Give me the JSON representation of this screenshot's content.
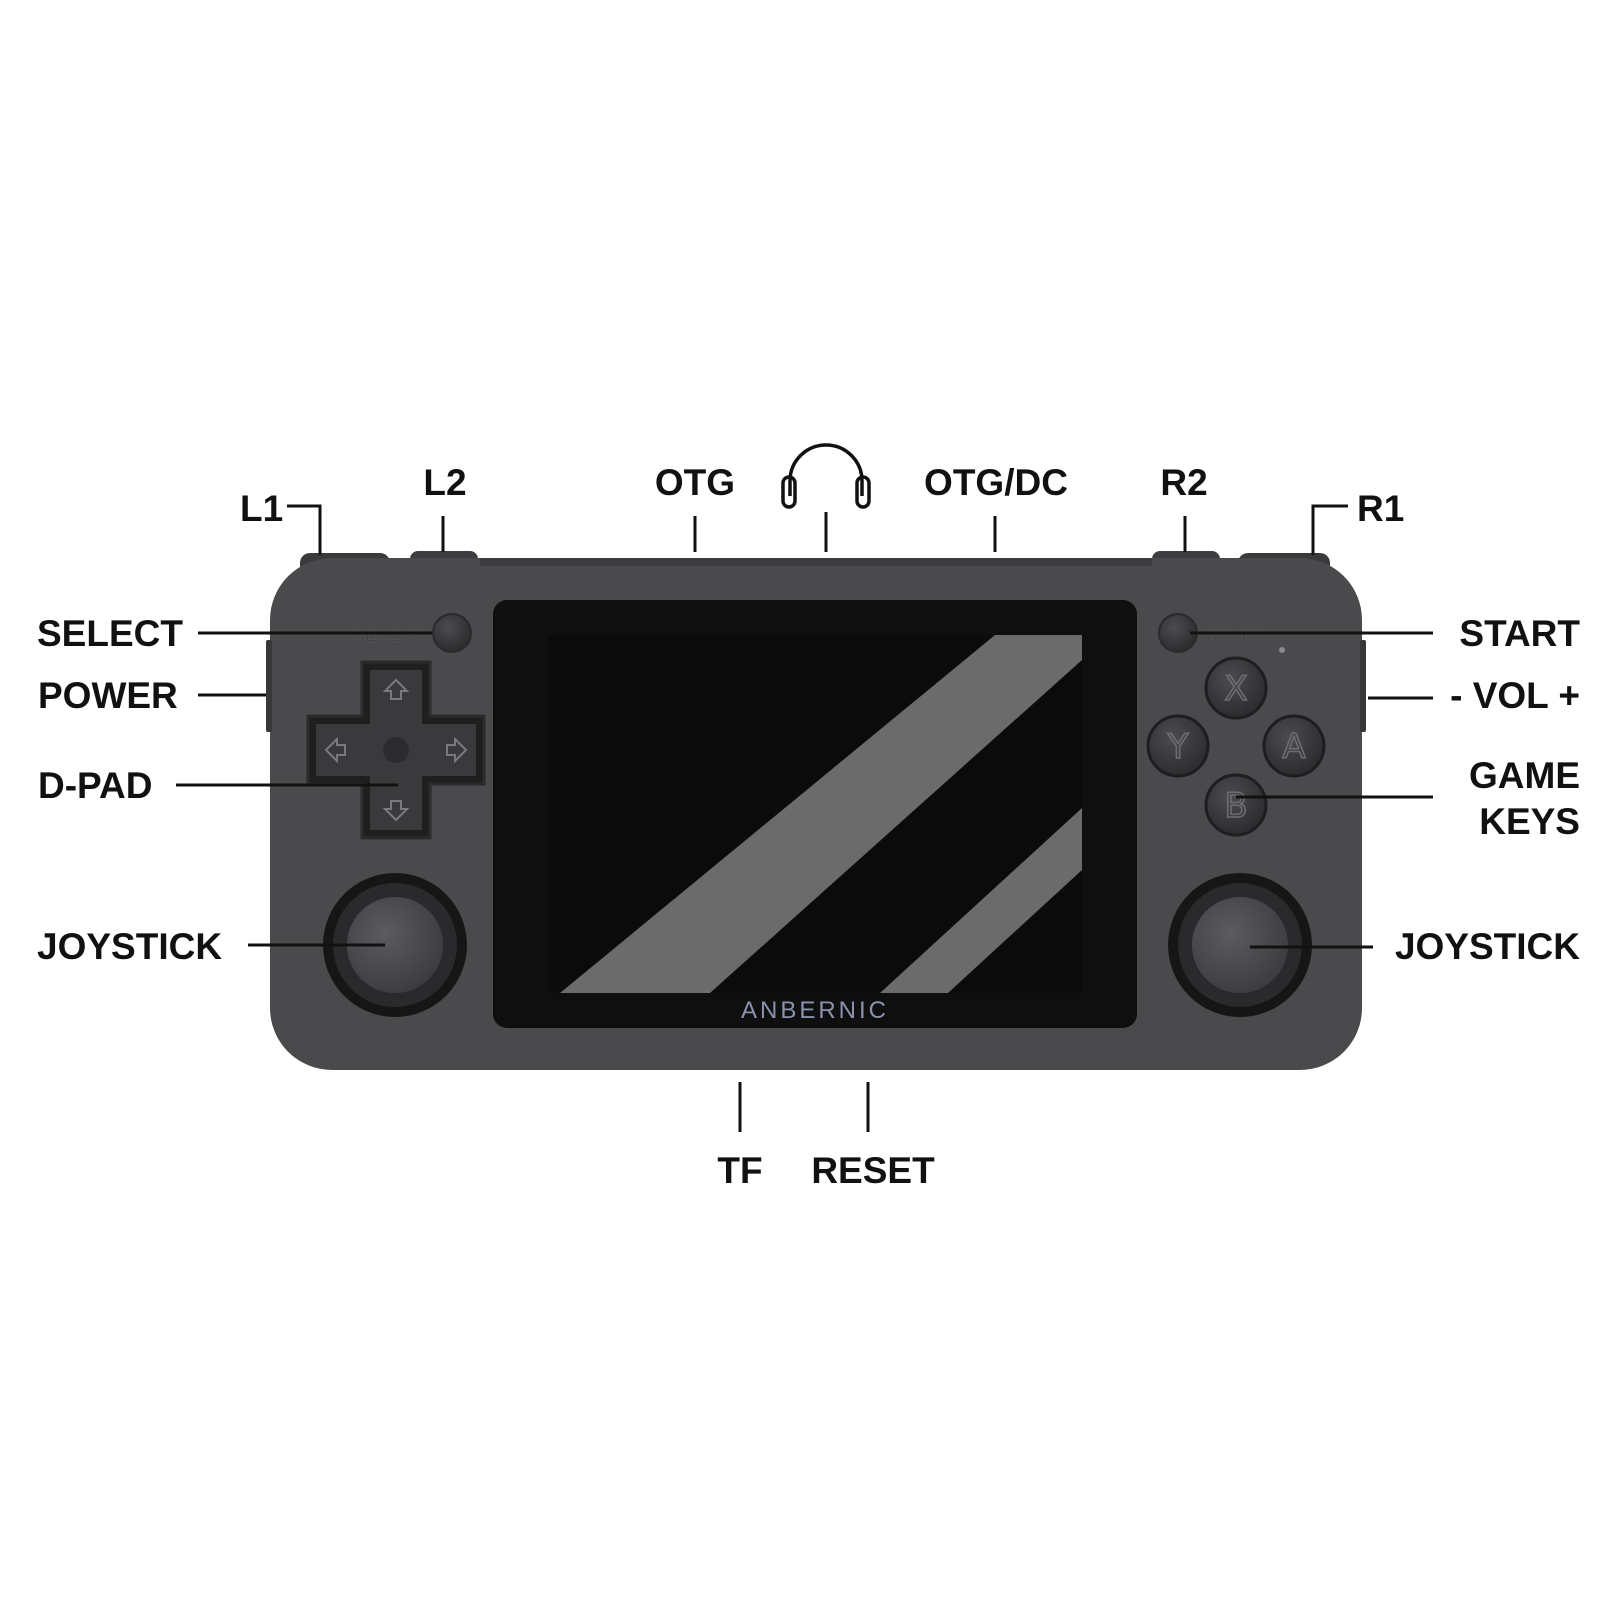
{
  "labels": {
    "l1": "L1",
    "l2": "L2",
    "otg": "OTG",
    "otg_dc": "OTG/DC",
    "r2": "R2",
    "r1": "R1",
    "select": "SELECT",
    "power": "POWER",
    "dpad": "D-PAD",
    "joystick_left": "JOYSTICK",
    "start": "START",
    "volume": "- VOL +",
    "game_keys_line1": "GAME",
    "game_keys_line2": "KEYS",
    "joystick_right": "JOYSTICK",
    "tf": "TF",
    "reset": "RESET"
  },
  "device": {
    "brand": "ANBERNIC",
    "select_silk": "SELECT",
    "start_silk": "START",
    "face_buttons": {
      "x": "X",
      "y": "Y",
      "a": "A",
      "b": "B"
    }
  },
  "icons": {
    "audio_jack": "headphones-icon"
  },
  "colors": {
    "body": "#4a4a4d",
    "screen_bezel": "#0f0f10",
    "screen": "#0b0b0b",
    "stripe": "#6b6b6b",
    "label_text": "#111111"
  }
}
